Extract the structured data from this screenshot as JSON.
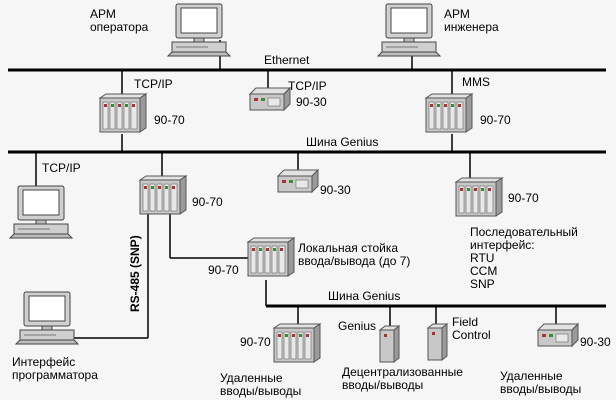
{
  "workstations": {
    "operator": [
      "АРМ",
      "оператора"
    ],
    "engineer": [
      "АРМ",
      "инженера"
    ],
    "programmer": [
      "Интерфейс",
      "программатора"
    ]
  },
  "buses": {
    "ethernet": "Ethernet",
    "genius_main": "Шина Genius",
    "genius_local": "Шина Genius"
  },
  "protocols": {
    "tcpip_1": "TCP/IP",
    "tcpip_2": "TCP/IP",
    "mms": "MMS",
    "tcpip_3": "TCP/IP",
    "rs485": "RS-485 (SNP)",
    "genius": "Genius",
    "field_control": [
      "Field",
      "Control"
    ]
  },
  "controllers": {
    "top_left": "90-70",
    "top_mid": "90-30",
    "top_right": "90-70",
    "mid_left": "90-70",
    "mid_center": "90-30",
    "mid_right": "90-70",
    "local_rack": "90-70",
    "remote_left": "90-70",
    "remote_right": "90-30"
  },
  "local_rack_label": [
    "Локальная стойка",
    "ввода/вывода (до 7)"
  ],
  "serial_interface": {
    "title": [
      "Последовательный",
      "интерфейс:"
    ],
    "items": [
      "RTU",
      "CCM",
      "SNP"
    ]
  },
  "io_labels": {
    "remote_left": [
      "Удаленные",
      "вводы/выводы"
    ],
    "decentralized": [
      "Децентрализованные",
      "вводы/выводы"
    ],
    "remote_right": [
      "Удаленные",
      "вводы/выводы"
    ]
  },
  "colors": {
    "line": "#000000",
    "device_body": "#c8c8c8",
    "monitor_screen": "#ffffff",
    "module_accent": "#b03030",
    "module_green": "#3a8a3a"
  }
}
